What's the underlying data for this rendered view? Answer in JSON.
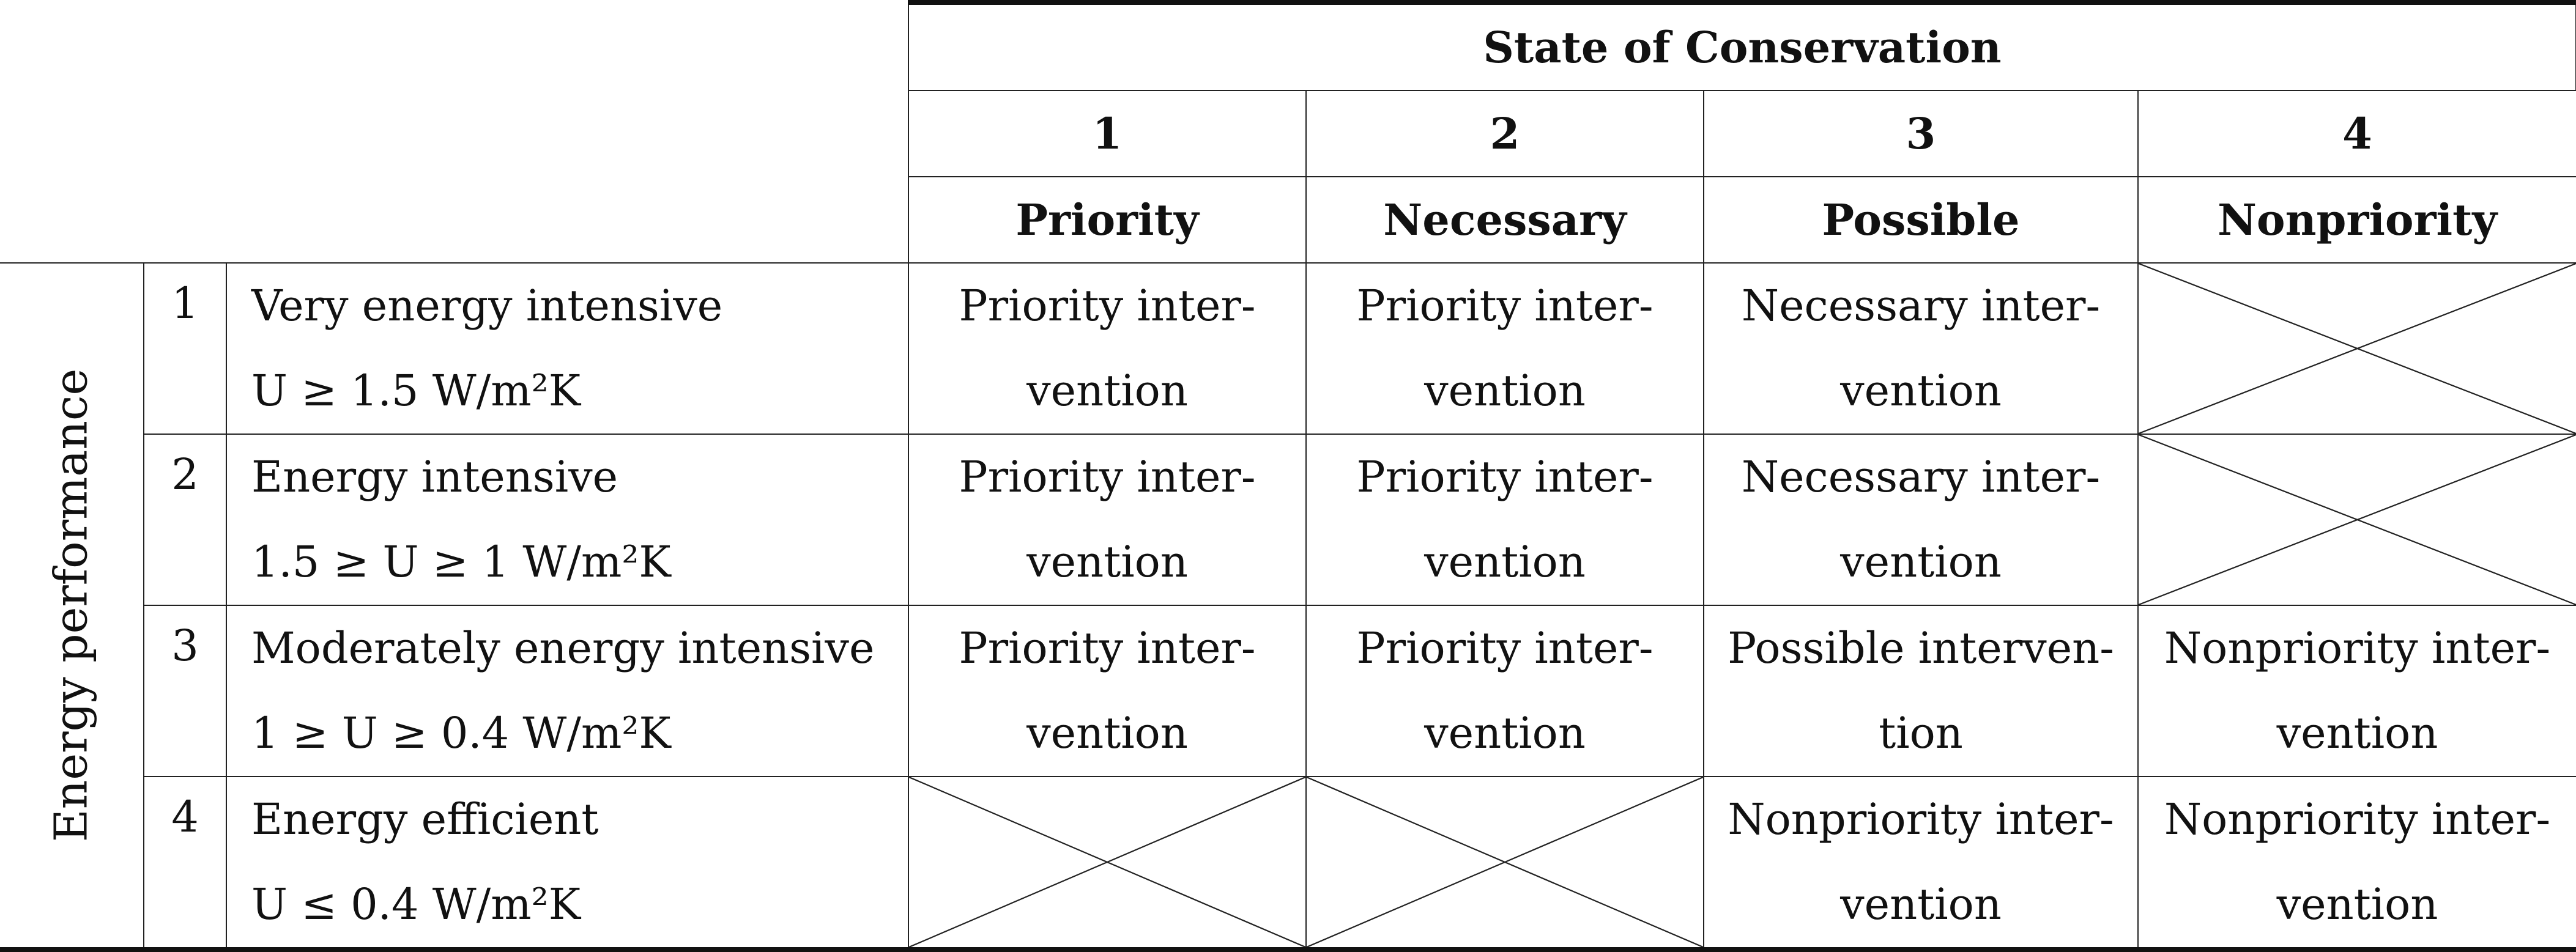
{
  "header": {
    "group_label": "State of Conservation",
    "numbers": [
      "1",
      "2",
      "3",
      "4"
    ],
    "categories": [
      "Priority",
      "Necessary",
      "Possible",
      "Nonpriority"
    ]
  },
  "side_label": "Energy performance",
  "rows": [
    {
      "num": "1",
      "label": "Very energy intensive",
      "range": "U ≥ 1.5 W/m²K",
      "cells": [
        [
          "Priority inter-",
          "vention"
        ],
        [
          "Priority inter-",
          "vention"
        ],
        [
          "Necessary inter-",
          "vention"
        ],
        null
      ]
    },
    {
      "num": "2",
      "label": "Energy intensive",
      "range": "1.5 ≥ U ≥ 1 W/m²K",
      "cells": [
        [
          "Priority inter-",
          "vention"
        ],
        [
          "Priority inter-",
          "vention"
        ],
        [
          "Necessary inter-",
          "vention"
        ],
        null
      ]
    },
    {
      "num": "3",
      "label": "Moderately energy intensive",
      "range": "1 ≥ U ≥ 0.4 W/m²K",
      "cells": [
        [
          "Priority inter-",
          "vention"
        ],
        [
          "Priority inter-",
          "vention"
        ],
        [
          "Possible interven-",
          "tion"
        ],
        [
          "Nonpriority inter-",
          "vention"
        ]
      ]
    },
    {
      "num": "4",
      "label": "Energy efficient",
      "range": "U ≤ 0.4 W/m²K",
      "cells": [
        null,
        null,
        [
          "Nonpriority inter-",
          "vention"
        ],
        [
          "Nonpriority inter-",
          "vention"
        ]
      ]
    }
  ]
}
